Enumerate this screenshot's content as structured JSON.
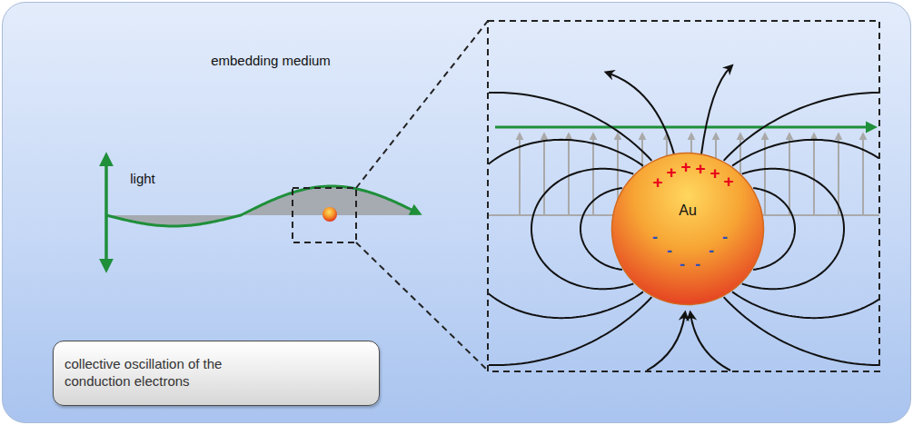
{
  "diagram": {
    "nodes": [
      {
        "text": [
          "embedding medium"
        ]
      },
      {
        "text": [
          "Au"
        ],
        "in": 0
      },
      {
        "text": [
          "collective oscillation of the conduction electrons"
        ],
        "in": 0
      }
    ],
    "labels": [
      "light",
      "+",
      "+",
      "+",
      "+",
      "+",
      "+",
      "-",
      "-",
      "-",
      "-",
      "-",
      "-"
    ]
  }
}
